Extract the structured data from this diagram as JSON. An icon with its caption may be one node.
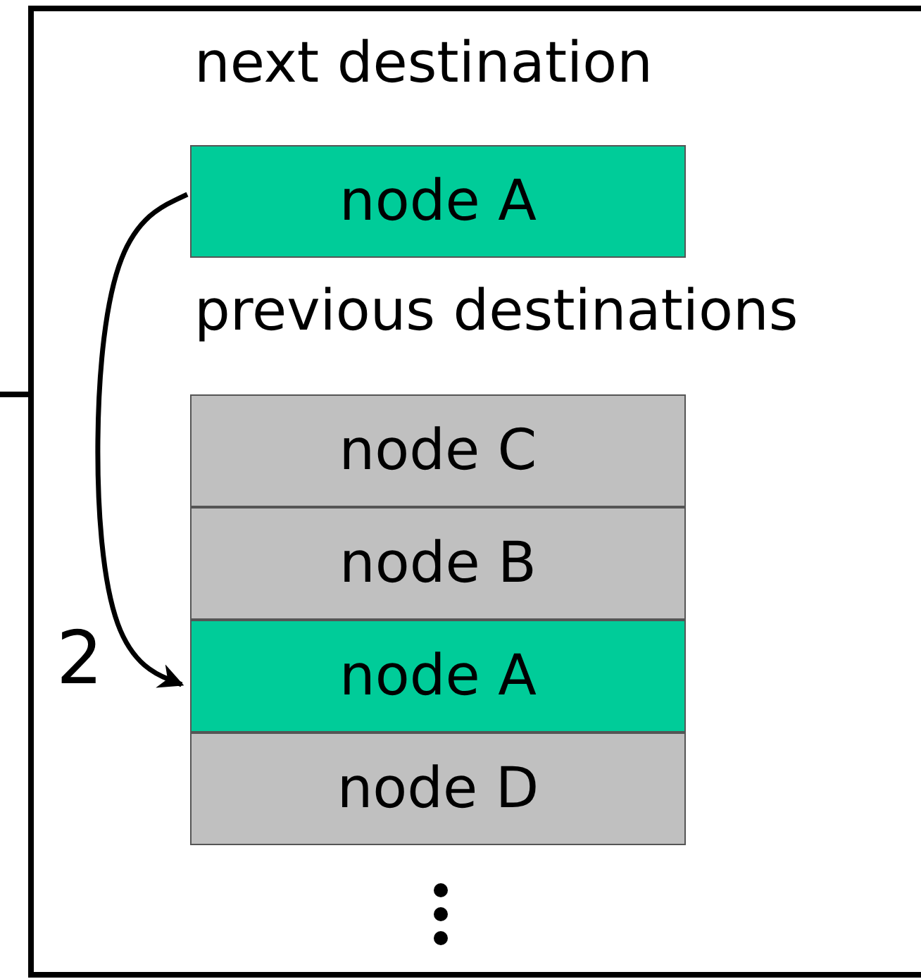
{
  "diagram": {
    "nodes": [
      {
        "text": [],
        "shape": "box"
      },
      {
        "text": [
          "node A"
        ],
        "in": 0
      },
      {
        "text": [
          "node C"
        ],
        "in": 0
      },
      {
        "text": [
          "node B"
        ],
        "in": 0
      },
      {
        "text": [
          "node A"
        ],
        "in": 0
      },
      {
        "text": [
          "node D"
        ],
        "in": 0
      }
    ],
    "edges": [
      {
        "from": null,
        "to": 0,
        "arrow": "none"
      },
      {
        "from": 1,
        "to": 4,
        "arrow": "to",
        "label": "2"
      }
    ],
    "labels": [
      "next destination",
      "previous destinations"
    ]
  }
}
